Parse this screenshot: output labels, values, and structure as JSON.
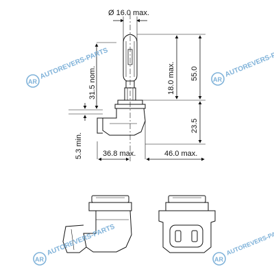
{
  "diagram": {
    "dimensions": {
      "diameter": "Ø 16.0 max.",
      "height_31_5": "31.5 nom.",
      "height_18_0": "18.0 max.",
      "height_55_0": "55.0",
      "height_23_5": "23.5",
      "height_5_3": "5.3 min.",
      "width_36_8": "36.8 max.",
      "width_46_0": "46.0 max."
    },
    "watermark": {
      "text": "AUTOREVERS-PARTS",
      "logo_letters": "AR",
      "color": "#7fb2d9"
    },
    "colors": {
      "line": "#111111",
      "background": "#ffffff"
    }
  }
}
